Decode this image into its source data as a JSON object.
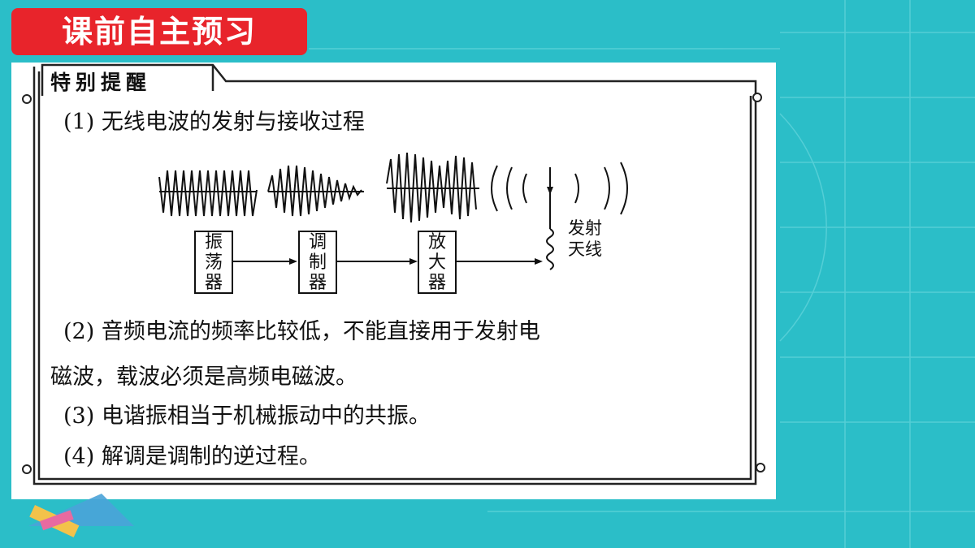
{
  "header": {
    "title": "课前自主预习"
  },
  "tip": {
    "label": "特别提醒"
  },
  "items": {
    "l1": "(1) 无线电波的发射与接收过程",
    "l2a": "(2) 音频电流的频率比较低，不能直接用于发射电",
    "l2b": "磁波，载波必须是高频电磁波。",
    "l3": "(3) 电谐振相当于机械振动中的共振。",
    "l4": "(4) 解调是调制的逆过程。"
  },
  "diagram": {
    "boxes": [
      {
        "chars": [
          "振",
          "荡",
          "器"
        ]
      },
      {
        "chars": [
          "调",
          "制",
          "器"
        ]
      },
      {
        "chars": [
          "放",
          "大",
          "器"
        ]
      }
    ],
    "antenna_label": [
      "发射",
      "天线"
    ]
  },
  "colors": {
    "background": "#2bbec8",
    "title_bg": "#e8242b",
    "text": "#111111"
  }
}
